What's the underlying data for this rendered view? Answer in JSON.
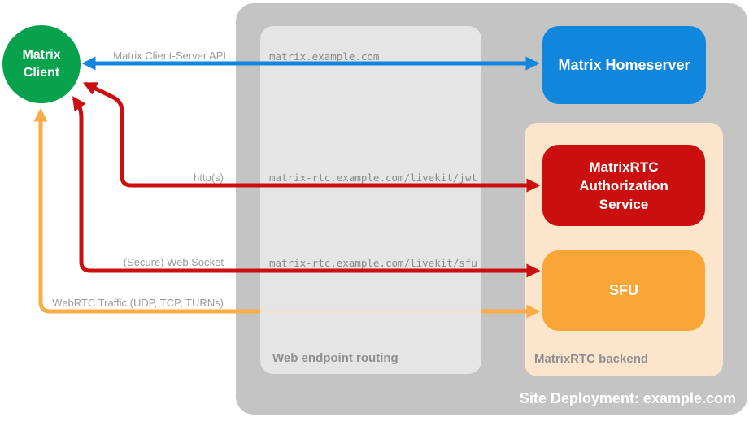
{
  "diagram_title": "Site Deployment: example.com",
  "client": {
    "line1": "Matrix",
    "line2": "Client"
  },
  "nodes": {
    "homeserver": {
      "label": "Matrix Homeserver"
    },
    "auth_service": {
      "label": "MatrixRTC Authorization Service"
    },
    "sfu": {
      "label": "SFU"
    }
  },
  "containers": {
    "site": {
      "label": "Site Deployment: example.com"
    },
    "routing": {
      "label": "Web endpoint routing"
    },
    "backend": {
      "label": "MatrixRTC backend"
    }
  },
  "routes": [
    "matrix.example.com",
    "matrix-rtc.example.com/livekit/jwt",
    "matrix-rtc.example.com/livekit/sfu"
  ],
  "edges": {
    "api": {
      "label": "Matrix Client-Server API",
      "color": "#1086dd"
    },
    "http": {
      "label": "http(s)",
      "color": "#cb0e0e"
    },
    "websocket": {
      "label": "(Secure) Web Socket",
      "color": "#cb0e0e"
    },
    "webrtc": {
      "label": "WebRTC Traffic (UDP, TCP, TURNs)",
      "color": "#fbab47"
    }
  },
  "colors": {
    "client_green": "#09a24c",
    "homeserver_blue": "#1086dd",
    "auth_red": "#cb0e0e",
    "sfu_orange": "#faa636",
    "backend_peach": "#fce5cd",
    "site_gray": "#c4c4c4",
    "routing_gray": "#e7e7e7",
    "label_gray": "#9a9a9a"
  }
}
